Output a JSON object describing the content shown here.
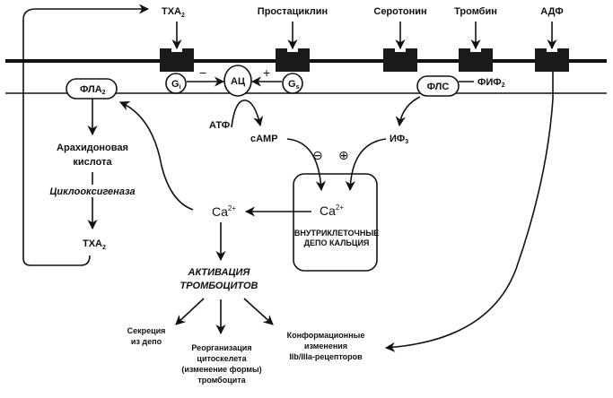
{
  "diagram": {
    "title": "Platelet activation signaling",
    "ligands": {
      "txa2": "ТХА",
      "txa2_sub": "2",
      "prostacyclin": "Простациклин",
      "serotonin": "Серотонин",
      "thrombin": "Тромбин",
      "adp": "АДФ"
    },
    "membrane": {
      "gi": "G",
      "gi_sub": "i",
      "gs": "G",
      "gs_sub": "s",
      "ac": "АЦ",
      "minus_sign": "−",
      "plus_sign": "+",
      "pla2": "ФЛА",
      "pla2_sub": "2",
      "plc": "ФЛС",
      "pip2": "ФИФ",
      "pip2_sub": "2"
    },
    "cytoplasm": {
      "atp": "АТФ",
      "camp": "сАМР",
      "ip3": "ИФ",
      "ip3_sub": "3",
      "inhibit_sign": "⊖",
      "activate_sign": "⊕",
      "arachidonic_line1": "Арахидоновая",
      "arachidonic_line2": "кислота",
      "cyclooxygenase": "Циклооксигеназа",
      "txa2_product": "ТХА",
      "txa2_product_sub": "2",
      "ca_cytosol": "Ca",
      "ca_sup": "2+",
      "ca_store": "Ca",
      "ca_store_sup": "2+",
      "store_line1": "ВНУТРИКЛЕТОЧНЫЕ",
      "store_line2": "ДЕПО КАЛЬЦИЯ"
    },
    "activation": {
      "title_line1": "АКТИВАЦИЯ",
      "title_line2": "ТРОМБОЦИТОВ",
      "secretion_line1": "Секреция",
      "secretion_line2": "из депо",
      "reorg_line1": "Реорганизация",
      "reorg_line2": "цитоскелета",
      "reorg_line3": "(изменение формы)",
      "reorg_line4": "тромбоцита",
      "conf_line1": "Конформационные",
      "conf_line2": "изменения",
      "conf_line3": "IIb/IIIa-рецепторов"
    }
  }
}
